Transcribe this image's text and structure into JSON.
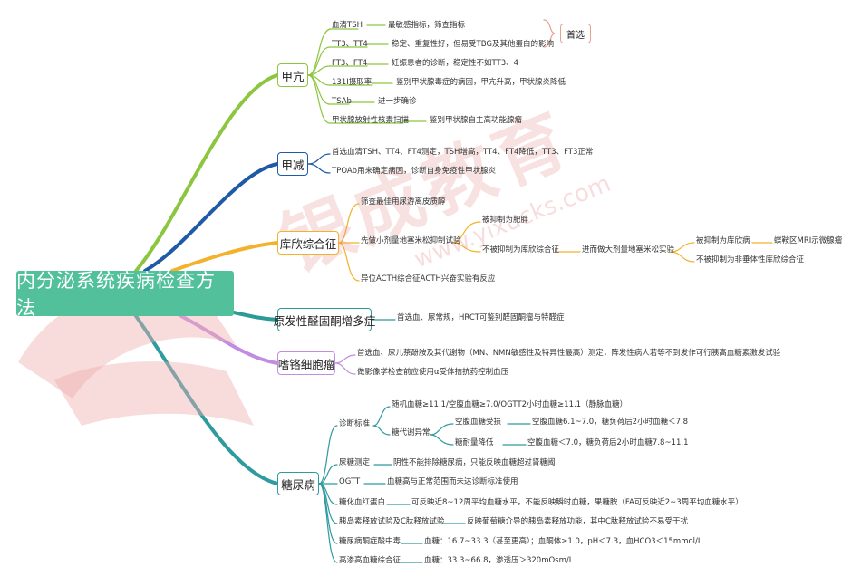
{
  "root": "内分泌系统疾病检查方法",
  "watermark": "银成教育",
  "watermark_url": "www.yixucks.com",
  "branches": {
    "jiakang": {
      "title": "甲亢",
      "r1": {
        "label": "血清TSH",
        "detail": "最敏感指标，筛查指标"
      },
      "r2": {
        "label": "TT3、TT4",
        "detail": "稳定、重复性好，但易受TBG及其他蛋白的影响"
      },
      "r3": {
        "label": "FT3、FT4",
        "detail": "妊娠患者的诊断，稳定性不如TT3、4"
      },
      "r4": {
        "label": "131I摄取率",
        "detail": "鉴别甲状腺毒症的病因，甲亢升高，甲状腺炎降低"
      },
      "r5": {
        "label": "TSAb",
        "detail": "进一步确诊"
      },
      "r6": {
        "label": "甲状腺放射性核素扫描",
        "detail": "鉴别甲状腺自主高功能腺瘤"
      },
      "note": "首选"
    },
    "jiajian": {
      "title": "甲减",
      "r1": "首选血清TSH、TT4、FT4测定，TSH增高，TT4、FT4降低，TT3、FT3正常",
      "r2": "TPOAb用来确定病因，诊断自身免疫性甲状腺炎"
    },
    "kuxin": {
      "title": "库欣综合征",
      "r1": "筛查最佳用尿游离皮质醇",
      "r2": "先做小剂量地塞米松抑制试验",
      "r2a": "被抑制为肥胖",
      "r2b": "不被抑制为库欣综合征",
      "r2b1": "进而做大剂量地塞米松实验",
      "r2b1a": "被抑制为库欣病",
      "r2b1a1": "蝶鞍区MRI示微腺瘤",
      "r2b1b": "不被抑制为非垂体性库欣综合征",
      "r3": "异位ACTH综合征ACTH兴奋实验有反应"
    },
    "yuanfa": {
      "title": "原发性醛固酮增多症",
      "r1": "首选血、尿常规，HRCT可鉴别醛固酮瘤与特醛症"
    },
    "shige": {
      "title": "嗜铬细胞瘤",
      "r1": "首选血、尿儿茶酚胺及其代谢物（MN、NMN敏感性及特异性最高）测定，阵发性病人若等不到发作可行胰高血糖素激发试验",
      "r2": "做影像学检查前应使用α受体拮抗药控制血压"
    },
    "tangniao": {
      "title": "糖尿病",
      "diag": "诊断标准",
      "diag1": "随机血糖≥11.1/空腹血糖≥7.0/OGTT2小时血糖≥11.1（静脉血糖）",
      "diag2": "糖代谢异常",
      "diag2a": "空腹血糖受损",
      "diag2a1": "空腹血糖6.1~7.0，糖负荷后2小时血糖＜7.8",
      "diag2b": "糖耐量降低",
      "diag2b1": "空腹血糖＜7.0，糖负荷后2小时血糖7.8~11.1",
      "r2": "尿糖测定",
      "r2d": "阴性不能排除糖尿病，只能反映血糖超过肾糖阈",
      "r3": "OGTT",
      "r3d": "血糖高与正常范围而未达诊断标准使用",
      "r4": "糖化血红蛋白",
      "r4d": "可反映近8~12周平均血糖水平，不能反映瞬时血糖，果糖胺（FA可反映近2~3周平均血糖水平）",
      "r5": "胰岛素释放试验及C肽释放试验",
      "r5d": "反映葡萄糖介导的胰岛素释放功能，其中C肽释放试验不易受干扰",
      "r6": "糖尿病酮症酸中毒",
      "r6d": "血糖：16.7~33.3（甚至更高）；血酮体≥1.0，pH＜7.3，血HCO3＜15mmol/L",
      "r7": "高渗高血糖综合征",
      "r7d": "血糖：33.3~66.8，渗透压＞320mOsm/L"
    }
  },
  "colors": {
    "root": "#52c09a",
    "jiakang": "#8cc63f",
    "jiajian": "#1f5aa6",
    "kuxin": "#f2b22b",
    "yuanfa": "#2c9a96",
    "shige": "#c18de0",
    "tangniao": "#2f9aa0"
  }
}
